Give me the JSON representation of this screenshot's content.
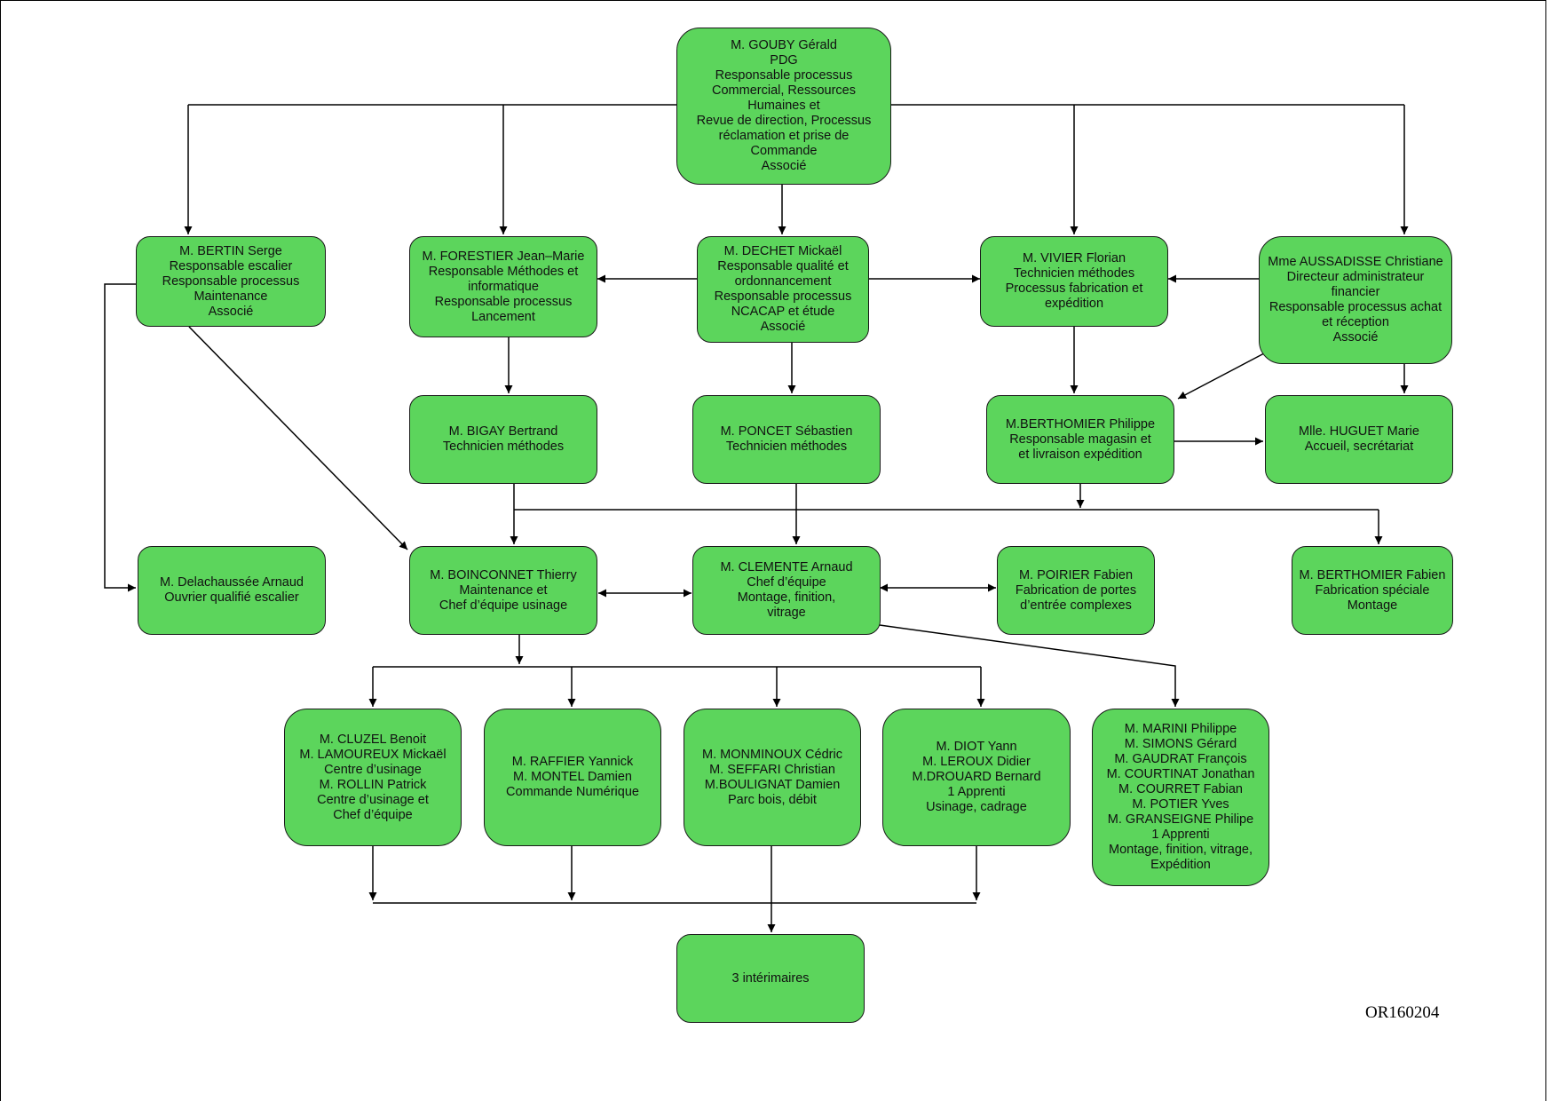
{
  "nodes": {
    "gouby": "M. GOUBY Gérald\nPDG\nResponsable processus\nCommercial, Ressources\nHumaines et\nRevue de direction, Processus\nréclamation et prise de\nCommande\nAssocié",
    "bertin": "M. BERTIN Serge\nResponsable escalier\nResponsable processus\nMaintenance\nAssocié",
    "forestier": "M. FORESTIER Jean–Marie\nResponsable Méthodes et\ninformatique\nResponsable processus\nLancement",
    "dechet": "M. DECHET Mickaël\nResponsable qualité et\nordonnancement\nResponsable processus\nNCACAP et étude\nAssocié",
    "vivier": "M. VIVIER Florian\nTechnicien méthodes\nProcessus fabrication et\nexpédition",
    "aussadisse": "Mme AUSSADISSE Christiane\nDirecteur administrateur\nfinancier\nResponsable processus achat\net réception\nAssocié",
    "bigay": "M. BIGAY Bertrand\nTechnicien méthodes",
    "poncet": "M. PONCET Sébastien\nTechnicien méthodes",
    "berthomier_p": "M.BERTHOMIER Philippe\nResponsable magasin et\net livraison expédition",
    "huguet": "Mlle. HUGUET Marie\nAccueil, secrétariat",
    "delachaussee": "M. Delachaussée Arnaud\nOuvrier qualifié escalier",
    "boinconnet": "M. BOINCONNET Thierry\nMaintenance et\nChef d’équipe usinage",
    "clemente": "M. CLEMENTE Arnaud\nChef d’équipe\nMontage, finition,\nvitrage",
    "poirier": "M. POIRIER Fabien\nFabrication de portes\nd’entrée complexes",
    "berthomier_f": "M. BERTHOMIER Fabien\nFabrication spéciale\nMontage",
    "cluzel": "M. CLUZEL Benoit\nM. LAMOUREUX Mickaël\nCentre d’usinage\nM. ROLLIN Patrick\nCentre d’usinage et\nChef d’équipe",
    "raffier": "M. RAFFIER Yannick\nM. MONTEL Damien\nCommande Numérique",
    "monminoux": "M. MONMINOUX Cédric\nM. SEFFARI Christian\nM.BOULIGNAT Damien\nParc bois, débit",
    "diot": "M. DIOT Yann\nM.  LEROUX Didier\nM.DROUARD Bernard\n1 Apprenti\nUsinage, cadrage",
    "marini": "M. MARINI Philippe\nM. SIMONS Gérard\nM. GAUDRAT François\nM. COURTINAT Jonathan\nM. COURRET Fabian\nM. POTIER Yves\nM. GRANSEIGNE Philipe\n1 Apprenti\nMontage, finition, vitrage,\nExpédition",
    "interimaires": "3 intérimaires"
  },
  "reference": "OR160204",
  "colors": {
    "box_fill": "#5cd55c",
    "box_border": "#1a1a1a",
    "line": "#000000"
  }
}
